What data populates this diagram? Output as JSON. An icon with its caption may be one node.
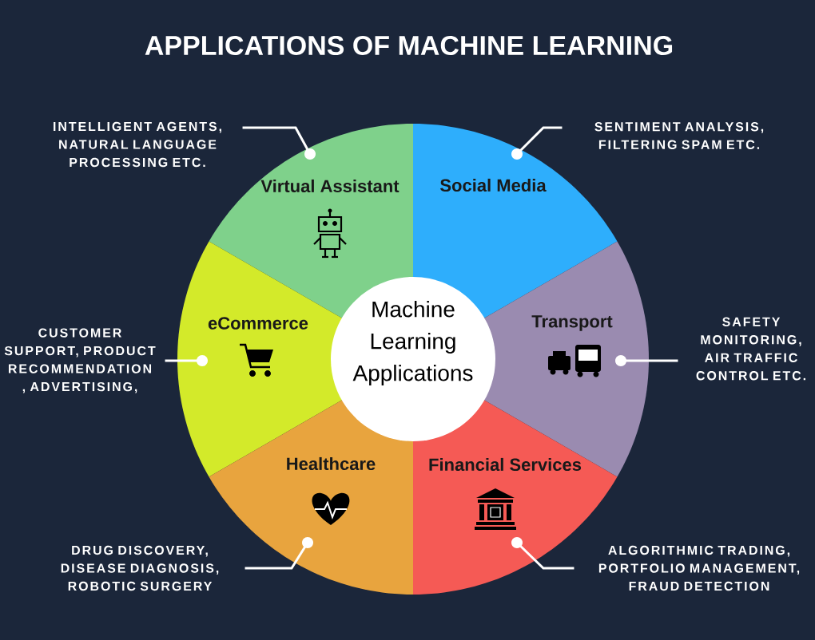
{
  "diagram": {
    "title": "APPLICATIONS OF MACHINE LEARNING",
    "nodes": [
      {
        "text": [
          "Machine Learning Applications"
        ]
      },
      {
        "text": [
          "Virtual Assistant"
        ]
      },
      {
        "text": [
          "Social Media"
        ]
      },
      {
        "text": [
          "eCommerce"
        ]
      },
      {
        "text": [
          "Transport"
        ]
      },
      {
        "text": [
          "Healthcare"
        ]
      },
      {
        "text": [
          "Financial Services"
        ]
      },
      {
        "text": [
          "INTELLIGENT AGENTS, NATURAL LANGUAGE PROCESSING ETC."
        ]
      },
      {
        "text": [
          "SENTIMENT ANALYSIS, FILTERING SPAM ETC."
        ]
      },
      {
        "text": [
          "CUSTOMER SUPPORT, PRODUCT RECOMMENDATION , ADVERTISING,"
        ]
      },
      {
        "text": [
          "SAFETY MONITORING, AIR TRAFFIC CONTROL ETC."
        ]
      },
      {
        "text": [
          "DRUG DISCOVERY, DISEASE DIAGNOSIS, ROBOTIC SURGERY"
        ]
      },
      {
        "text": [
          "ALGORITHMIC TRADING, PORTFOLIO MANAGEMENT, FRAUD DETECTION"
        ]
      }
    ],
    "edges": [
      {
        "from": 7,
        "to": 1,
        "arrow": "other"
      },
      {
        "from": 8,
        "to": 2,
        "arrow": "other"
      },
      {
        "from": 9,
        "to": 3,
        "arrow": "other"
      },
      {
        "from": 10,
        "to": 4,
        "arrow": "other"
      },
      {
        "from": 11,
        "to": 5,
        "arrow": "other"
      },
      {
        "from": 12,
        "to": 6,
        "arrow": "other"
      }
    ]
  }
}
